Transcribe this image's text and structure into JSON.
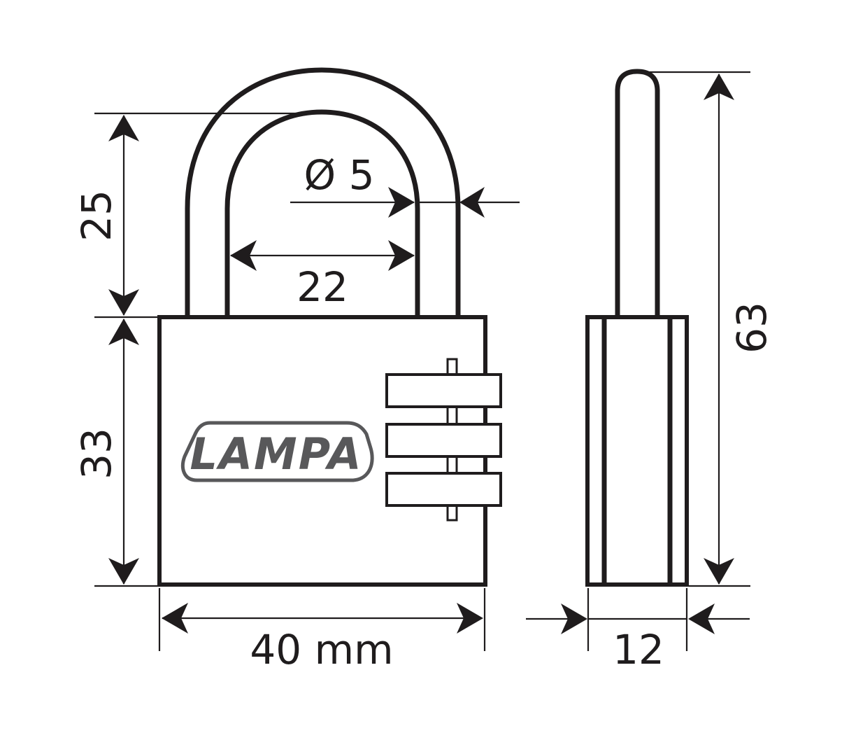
{
  "diagram": {
    "subject": "Combination padlock technical drawing",
    "brand_logo": {
      "text": "LAMPA",
      "color": "#58585a"
    },
    "colors": {
      "line": "#1f1c1d",
      "background": "#ffffff"
    },
    "front_view": {
      "dimensions": {
        "shackle_height": "25",
        "body_height": "33",
        "shackle_inner_width": "22",
        "shackle_diameter": "Ø 5",
        "body_width": "40 mm"
      },
      "combination_dials": 3
    },
    "side_view": {
      "dimensions": {
        "total_height": "63",
        "thickness": "12"
      }
    }
  }
}
